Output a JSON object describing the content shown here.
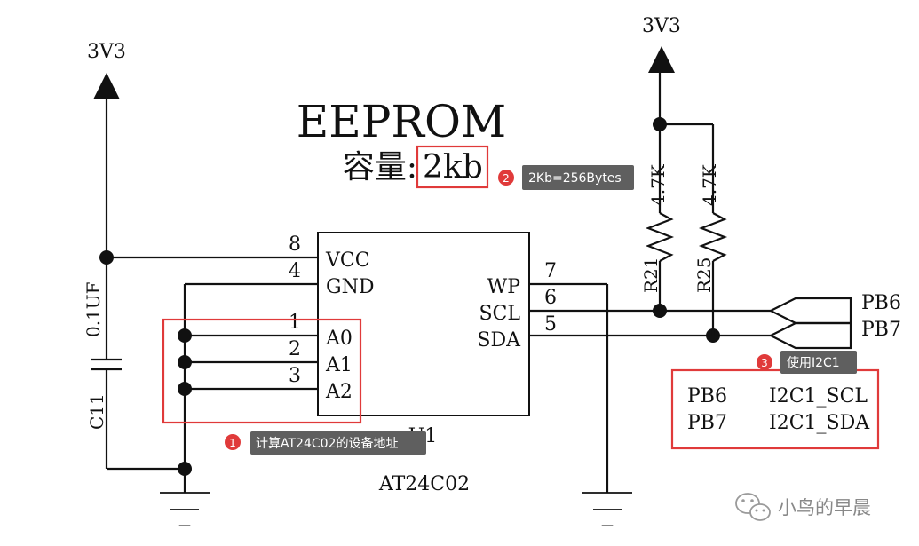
{
  "title": "EEPROM",
  "capacity_label": "容量:",
  "capacity_value": "2kb",
  "power_left": "3V3",
  "power_right": "3V3",
  "chip": {
    "ref": "U1",
    "part": "AT24C02",
    "left_pins": [
      {
        "num": "8",
        "name": "VCC"
      },
      {
        "num": "4",
        "name": "GND"
      },
      {
        "num": "1",
        "name": "A0"
      },
      {
        "num": "2",
        "name": "A1"
      },
      {
        "num": "3",
        "name": "A2"
      }
    ],
    "right_pins": [
      {
        "num": "7",
        "name": "WP"
      },
      {
        "num": "6",
        "name": "SCL"
      },
      {
        "num": "5",
        "name": "SDA"
      }
    ]
  },
  "capacitor": {
    "ref": "C11",
    "value": "0.1UF"
  },
  "resistors": [
    {
      "ref": "R21",
      "value": "4.7K"
    },
    {
      "ref": "R25",
      "value": "4.7K"
    }
  ],
  "net_labels": [
    "PB6",
    "PB7"
  ],
  "annotations": [
    {
      "num": "1",
      "text": "计算AT24C02的设备地址"
    },
    {
      "num": "2",
      "text": "2Kb=256Bytes"
    },
    {
      "num": "3",
      "text": "使用I2C1"
    }
  ],
  "pin_table": [
    {
      "pin": "PB6",
      "func": "I2C1_SCL"
    },
    {
      "pin": "PB7",
      "func": "I2C1_SDA"
    }
  ],
  "ground_mark": "—",
  "watermark": "小鸟的早晨",
  "colors": {
    "accent_red": "#e03a3a",
    "tag_bg": "#5f5f5f",
    "wire": "#111111"
  }
}
